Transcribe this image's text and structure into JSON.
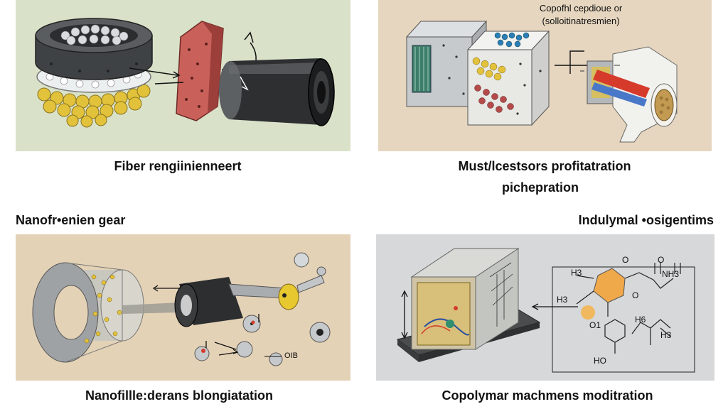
{
  "captions": {
    "top_left": "Fiber rengiinienneert",
    "top_right_line1": "Must/lcestsors profitatration",
    "top_right_line2": "pichepration",
    "mid_left": "Nanofr•enien gear",
    "mid_right": "Indulymal •osigentims",
    "bottom_left": "Nanofillle:derans blongiatation",
    "bottom_right": "Copolymar machmens moditration"
  },
  "panel_labels": {
    "top_right_title_line1": "Copofhl cepdioue or",
    "top_right_title_line2": "(solloitinatresmien)",
    "bottom_left_tag": "OIB",
    "chem_h3_left": "H3",
    "chem_o_top1": "O",
    "chem_o_top2": "O",
    "chem_nh3": "NH3",
    "chem_h3_mid": "H3",
    "chem_o_mid": "O",
    "chem_o1": "O1",
    "chem_h6": "H6",
    "chem_h3_right": "H3",
    "chem_ho": "HO"
  },
  "colors": {
    "green_bg": "#d9e2c9",
    "tan_bg": "#e6d6bf",
    "sand_bg": "#e4d2b6",
    "grey_bg": "#d7d8d9",
    "gold": "#e2c23a",
    "red_pad": "#c9615a",
    "orange_ring": "#f0a94a"
  }
}
